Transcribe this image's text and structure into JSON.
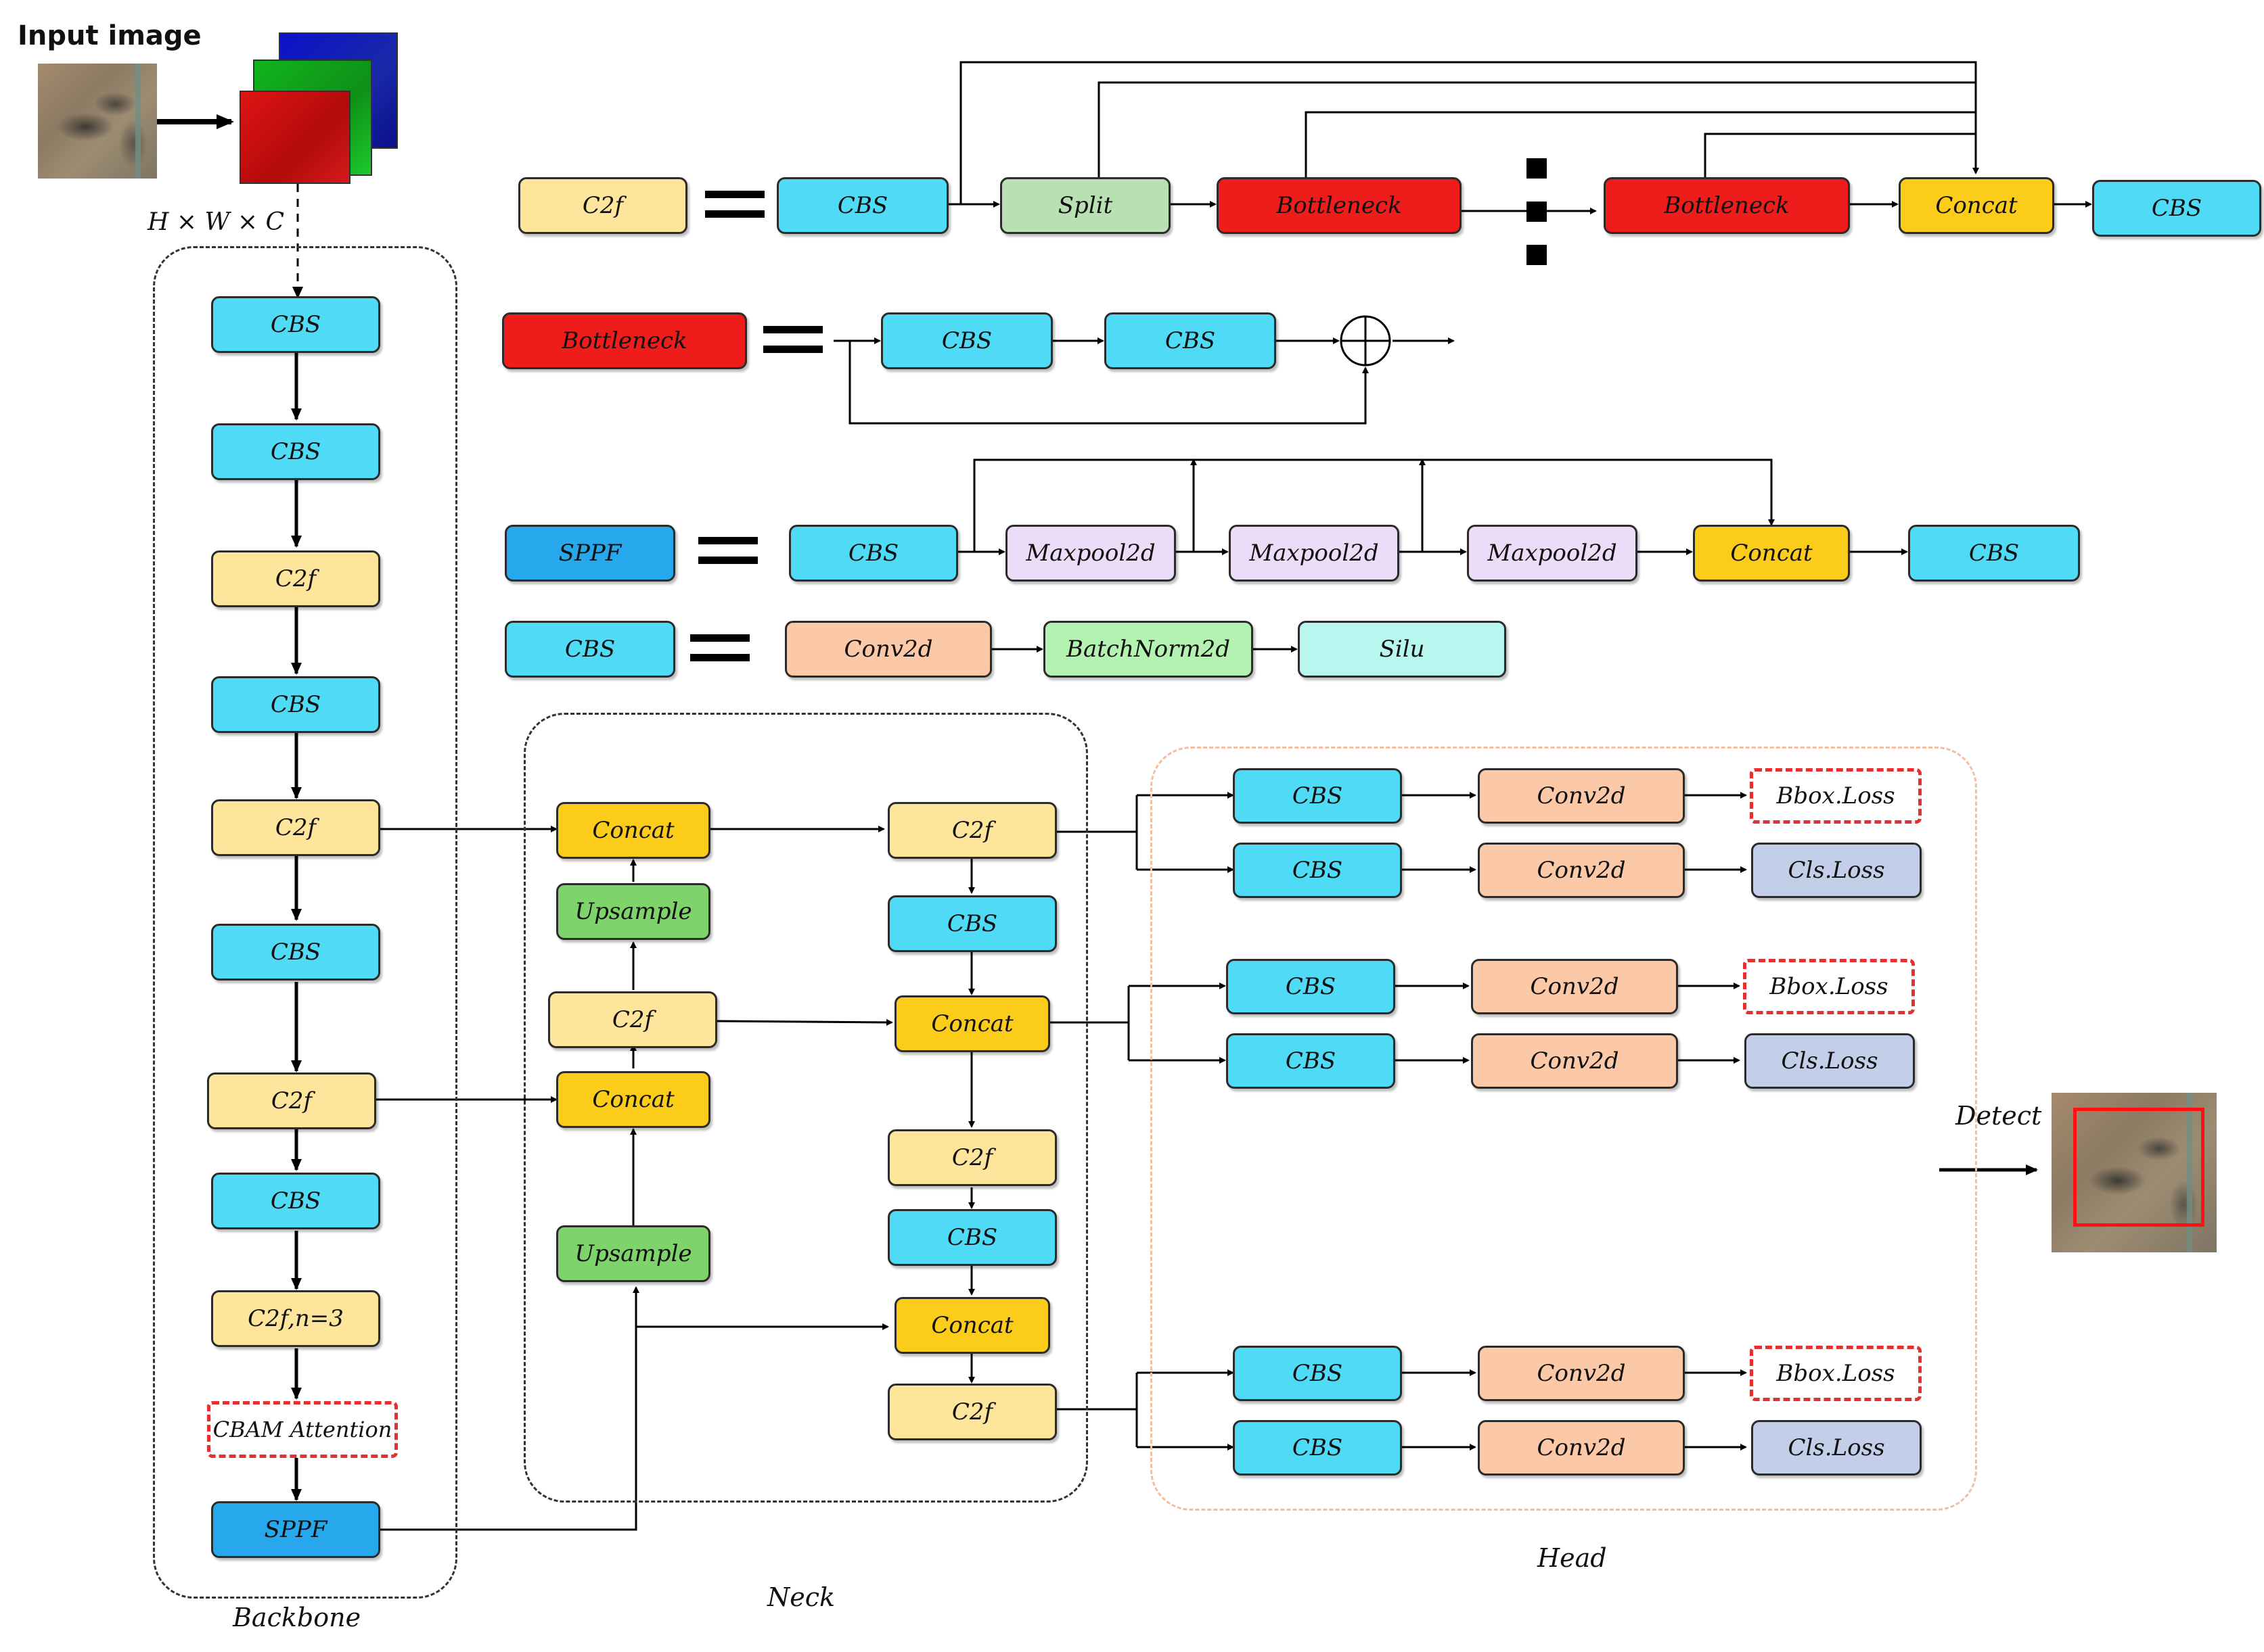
{
  "input": {
    "title": "Input image",
    "shape": "H × W × C"
  },
  "definitions": {
    "c2f": {
      "name": "C2f",
      "chain": [
        "CBS",
        "Split",
        "Bottleneck",
        "Bottleneck",
        "Concat",
        "CBS"
      ]
    },
    "bottleneck": {
      "name": "Bottleneck",
      "chain": [
        "CBS",
        "CBS"
      ]
    },
    "sppf": {
      "name": "SPPF",
      "chain": [
        "CBS",
        "Maxpool2d",
        "Maxpool2d",
        "Maxpool2d",
        "Concat",
        "CBS"
      ]
    },
    "cbs": {
      "name": "CBS",
      "chain": [
        "Conv2d",
        "BatchNorm2d",
        "Silu"
      ]
    }
  },
  "backbone": {
    "label": "Backbone",
    "blocks": [
      "CBS",
      "CBS",
      "C2f",
      "CBS",
      "C2f",
      "CBS",
      "C2f",
      "CBS",
      "C2f,n=3",
      "CBAM Attention",
      "SPPF"
    ]
  },
  "neck": {
    "label": "Neck",
    "left_column": [
      "Concat",
      "Upsample",
      "C2f",
      "Concat",
      "Upsample"
    ],
    "right_column": [
      "C2f",
      "CBS",
      "Concat",
      "C2f",
      "CBS",
      "Concat",
      "C2f"
    ]
  },
  "head": {
    "label": "Head",
    "groups": [
      {
        "rows": [
          [
            "CBS",
            "Conv2d",
            "Bbox.Loss"
          ],
          [
            "CBS",
            "Conv2d",
            "Cls.Loss"
          ]
        ]
      },
      {
        "rows": [
          [
            "CBS",
            "Conv2d",
            "Bbox.Loss"
          ],
          [
            "CBS",
            "Conv2d",
            "Cls.Loss"
          ]
        ]
      },
      {
        "rows": [
          [
            "CBS",
            "Conv2d",
            "Bbox.Loss"
          ],
          [
            "CBS",
            "Conv2d",
            "Cls.Loss"
          ]
        ]
      }
    ]
  },
  "output": {
    "label": "Detect"
  },
  "colors": {
    "cbs": "#4fdaf6",
    "c2f": "#fde59b",
    "bottleneck": "#ef1c1c",
    "split": "#b9e0b3",
    "concat": "#fccc1a",
    "sppf": "#27a7ec",
    "conv2d": "#fbc9a7",
    "batchnorm2d": "#b3f2b0",
    "silu": "#b8f7f0",
    "maxpool2d": "#ecdcf7",
    "upsample": "#7fd36b",
    "cls_loss": "#c3cfe9",
    "bbox_loss_border": "#e53030"
  }
}
